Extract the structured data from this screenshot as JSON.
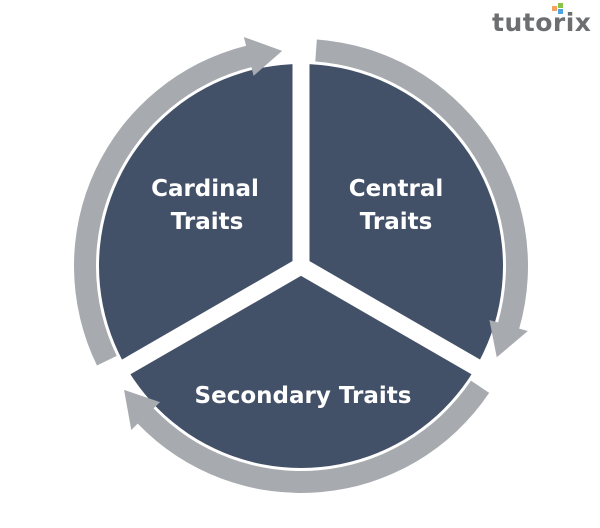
{
  "logo": {
    "text": "tutorix",
    "dot_colors": [
      "#f4a261",
      "#8bc34a",
      "#4fa3e0"
    ]
  },
  "colors": {
    "segment": "#435168",
    "arrow_ring": "#a7aaaf",
    "separator": "#ffffff",
    "label": "#ffffff"
  },
  "diagram": {
    "type": "cycle",
    "segments": [
      {
        "label_line1": "Cardinal",
        "label_line2": "Traits"
      },
      {
        "label_line1": "Central",
        "label_line2": "Traits"
      },
      {
        "label": "Secondary Traits"
      }
    ],
    "arrow_direction": "clockwise"
  }
}
